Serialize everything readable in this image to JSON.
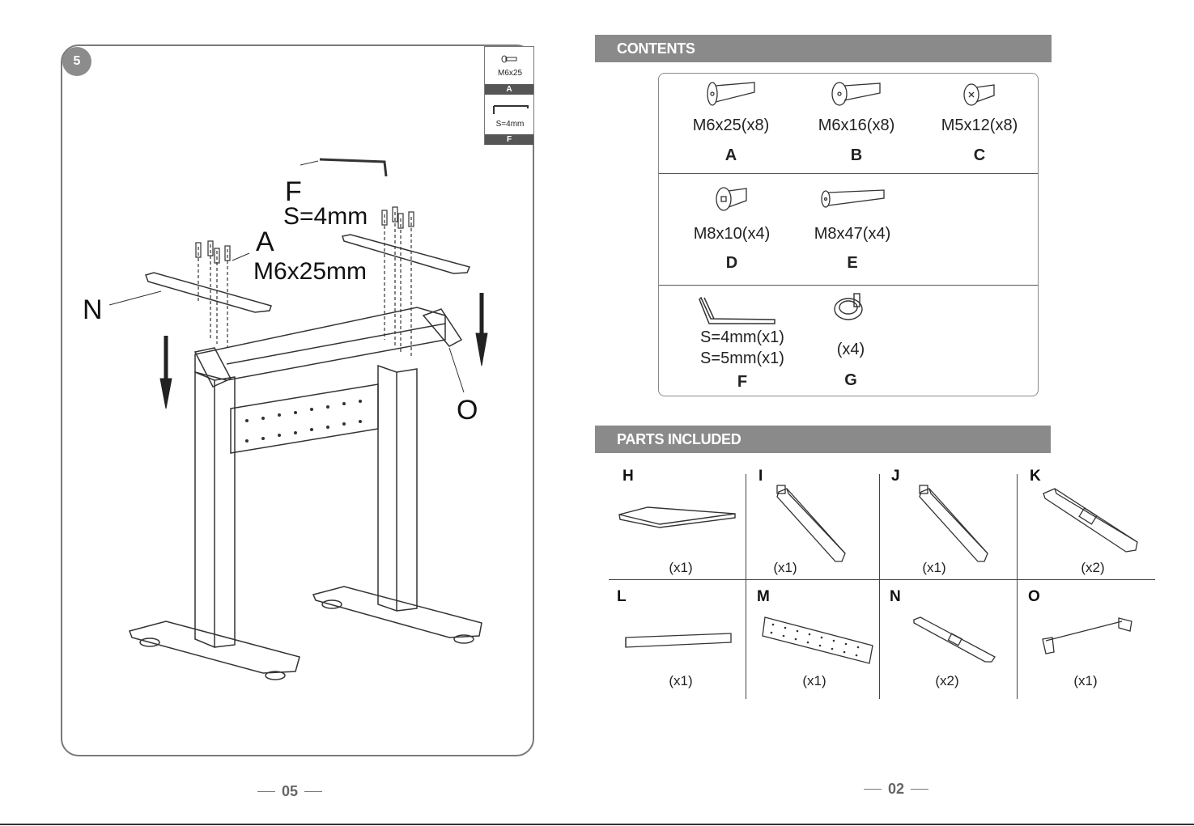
{
  "left_page": {
    "step_number": "5",
    "legend": [
      {
        "text": "M6x25",
        "letter": "A"
      },
      {
        "text": "S=4mm",
        "letter": "F"
      }
    ],
    "callouts": {
      "f_letter": "F",
      "f_size": "S=4mm",
      "a_letter": "A",
      "a_size": "M6x25mm",
      "n_letter": "N",
      "o_letter": "O"
    },
    "page_number": "05"
  },
  "right_page": {
    "contents_title": "CONTENTS",
    "fasteners": [
      {
        "label": "M6x25(x8)",
        "letter": "A",
        "icon": "countersunk-screw-icon"
      },
      {
        "label": "M6x16(x8)",
        "letter": "B",
        "icon": "button-head-screw-icon"
      },
      {
        "label": "M5x12(x8)",
        "letter": "C",
        "icon": "phillips-screw-icon"
      },
      {
        "label": "M8x10(x4)",
        "letter": "D",
        "icon": "socket-screw-icon"
      },
      {
        "label": "M8x47(x4)",
        "letter": "E",
        "icon": "long-screw-icon"
      },
      {
        "label": "S=4mm(x1)",
        "label2": "S=5mm(x1)",
        "letter": "F",
        "icon": "allen-key-icon"
      },
      {
        "label": "(x4)",
        "letter": "G",
        "icon": "leveling-foot-icon"
      }
    ],
    "parts_title": "PARTS INCLUDED",
    "parts": [
      {
        "letter": "H",
        "qty": "(x1)",
        "icon": "desktop-panel-icon"
      },
      {
        "letter": "I",
        "qty": "(x1)",
        "icon": "leg-column-icon"
      },
      {
        "letter": "J",
        "qty": "(x1)",
        "icon": "leg-column-icon"
      },
      {
        "letter": "K",
        "qty": "(x2)",
        "icon": "foot-base-icon"
      },
      {
        "letter": "L",
        "qty": "(x1)",
        "icon": "cross-bar-icon"
      },
      {
        "letter": "M",
        "qty": "(x1)",
        "icon": "perforated-beam-icon"
      },
      {
        "letter": "N",
        "qty": "(x2)",
        "icon": "top-bracket-icon"
      },
      {
        "letter": "O",
        "qty": "(x1)",
        "icon": "side-bracket-icon"
      }
    ],
    "page_number": "02"
  }
}
